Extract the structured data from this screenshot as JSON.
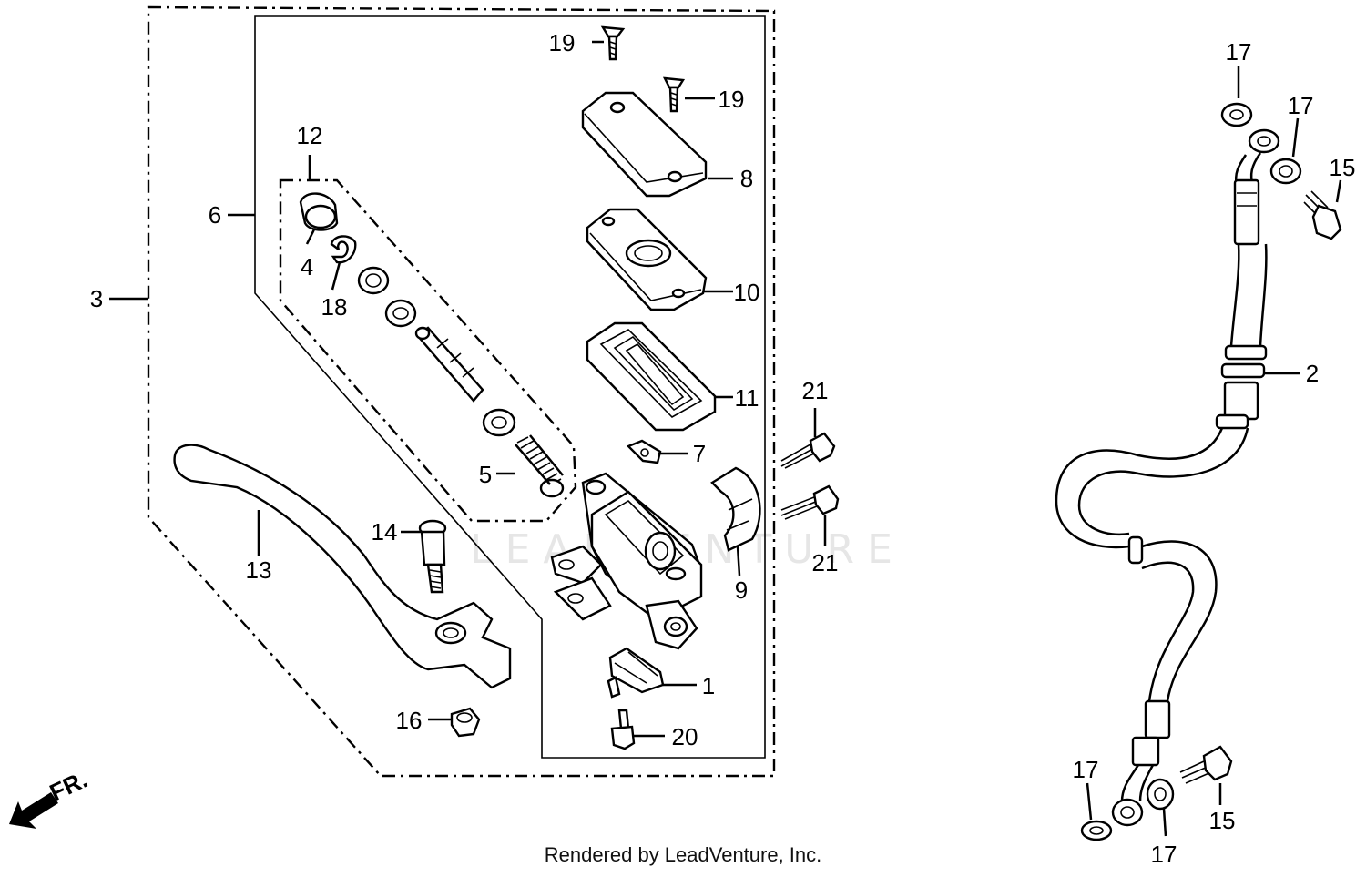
{
  "diagram": {
    "watermark": "LEADVENTURE",
    "direction_label": "FR.",
    "credit": "Rendered by LeadVenture, Inc.",
    "callouts": {
      "c1": "1",
      "c2": "2",
      "c3": "3",
      "c4": "4",
      "c5": "5",
      "c6": "6",
      "c7": "7",
      "c8": "8",
      "c9": "9",
      "c10": "10",
      "c11": "11",
      "c12": "12",
      "c13": "13",
      "c14": "14",
      "c15a": "15",
      "c15b": "15",
      "c16": "16",
      "c17a": "17",
      "c17b": "17",
      "c17c": "17",
      "c17d": "17",
      "c18": "18",
      "c19a": "19",
      "c19b": "19",
      "c20": "20",
      "c21a": "21",
      "c21b": "21"
    }
  }
}
